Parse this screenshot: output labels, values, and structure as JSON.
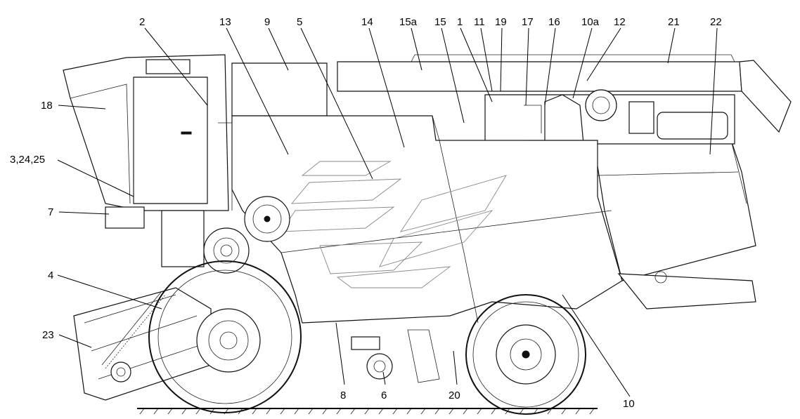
{
  "callouts": {
    "c2": "2",
    "c13": "13",
    "c9": "9",
    "c5": "5",
    "c14": "14",
    "c15a": "15a",
    "c15": "15",
    "c1": "1",
    "c11": "11",
    "c19": "19",
    "c17": "17",
    "c16": "16",
    "c10a": "10a",
    "c12": "12",
    "c21": "21",
    "c22": "22",
    "c18": "18",
    "c3_24_25": "3,24,25",
    "c7": "7",
    "c4": "4",
    "c23": "23",
    "c8": "8",
    "c6": "6",
    "c20": "20",
    "c10": "10"
  },
  "colors": {
    "line": "#000000",
    "background": "#ffffff",
    "ghost_stripes": "#888888"
  }
}
